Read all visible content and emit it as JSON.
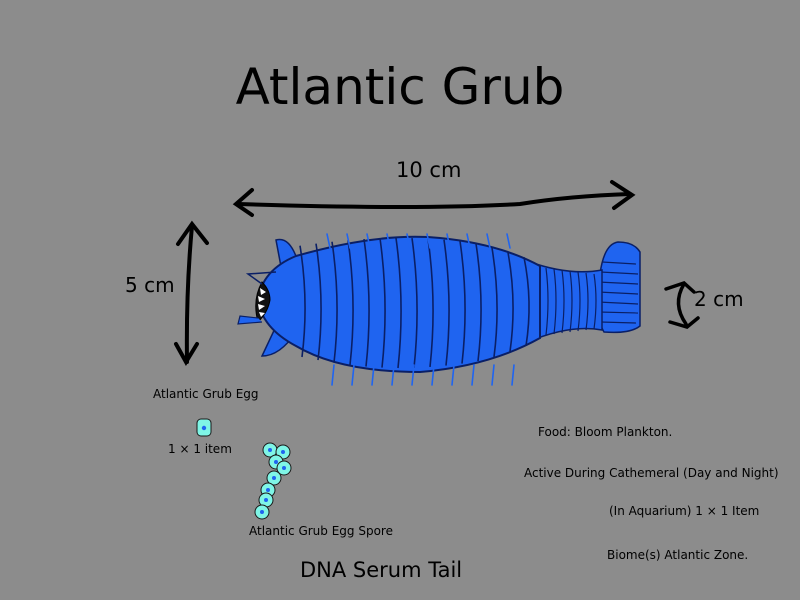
{
  "title": "Atlantic Grub",
  "dimensions": {
    "length": "10 cm",
    "height": "5 cm",
    "tail": "2 cm"
  },
  "egg": {
    "label": "Atlantic Grub Egg",
    "size": "1 × 1 item"
  },
  "spore": {
    "label": "Atlantic Grub Egg Spore"
  },
  "info": {
    "food": "Food: Bloom Plankton.",
    "active": "Active During Cathemeral (Day and Night)",
    "aquarium": "(In Aquarium) 1 × 1  Item",
    "biome": "Biome(s) Atlantic Zone."
  },
  "footer": "DNA Serum Tail",
  "colors": {
    "background": "#8c8c8c",
    "body": "#1f64f0",
    "stripe": "#0a1f66",
    "egg": "#7ff5e6"
  }
}
